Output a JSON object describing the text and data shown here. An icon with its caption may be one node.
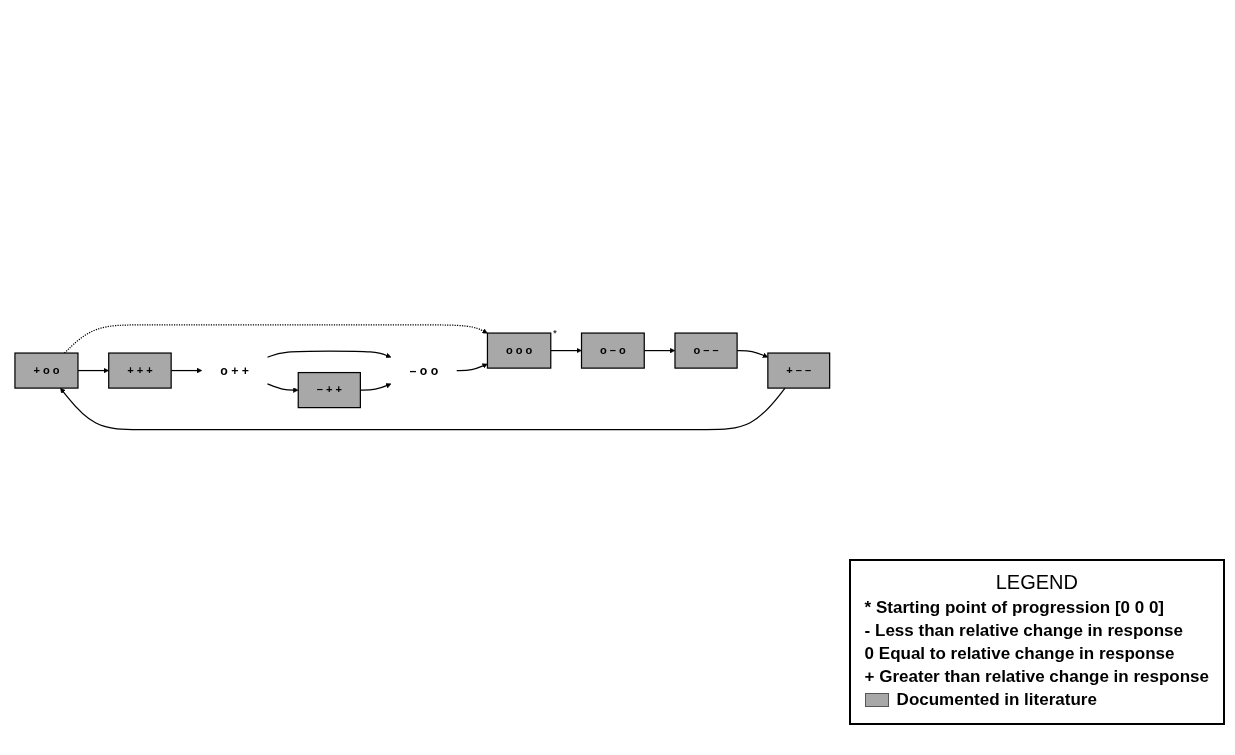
{
  "diagram": {
    "nodes": [
      {
        "text": [
          "+ o o"
        ]
      },
      {
        "text": [
          "+ + +"
        ]
      },
      {
        "text": [
          "+ – –"
        ]
      },
      {
        "text": [
          "o + +"
        ]
      },
      {
        "text": [
          "o – –"
        ]
      },
      {
        "text": [
          "o – o"
        ]
      },
      {
        "text": [
          "– + +"
        ]
      },
      {
        "text": [
          "– o o"
        ]
      },
      {
        "text": [
          "o o o"
        ],
        "beside": [
          "*"
        ]
      }
    ],
    "edges": [
      {
        "from": 0,
        "to": 1,
        "arrow": "to"
      },
      {
        "from": 1,
        "to": 3,
        "arrow": "to"
      },
      {
        "from": 3,
        "to": 6,
        "arrow": "to"
      },
      {
        "from": 3,
        "to": 7,
        "arrow": "to"
      },
      {
        "from": 0,
        "to": 8,
        "arrow": "to",
        "style": "dashed"
      },
      {
        "from": 6,
        "to": 7,
        "arrow": "to"
      },
      {
        "from": 7,
        "to": 8,
        "arrow": "to"
      },
      {
        "from": 8,
        "to": 5,
        "arrow": "to"
      },
      {
        "from": 5,
        "to": 4,
        "arrow": "to"
      },
      {
        "from": 4,
        "to": 2,
        "arrow": "to"
      },
      {
        "from": 2,
        "to": 0,
        "arrow": "to"
      }
    ],
    "labels": [
      "LEGEND"
    ],
    "legend": [
      {
        "text": "* Starting point of progression [0 0 0]"
      },
      {
        "text": "- Less than relative change in response"
      },
      {
        "text": "0 Equal to relative change in response"
      },
      {
        "text": "+ Greater than relative change in response"
      },
      {
        "text": "Documented in literature",
        "color": "#a8a8a8"
      }
    ]
  }
}
